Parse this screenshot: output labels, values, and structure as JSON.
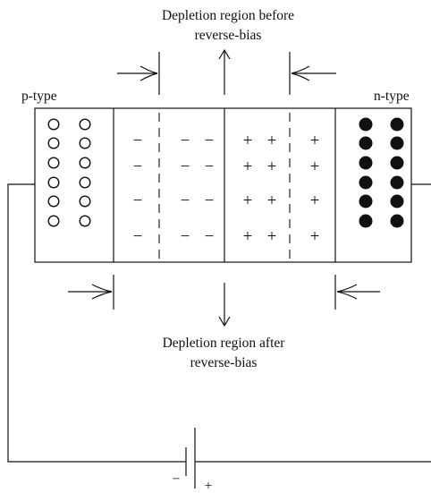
{
  "labels": {
    "title_before_line1": "Depletion region before",
    "title_before_line2": "reverse-bias",
    "title_after_line1": "Depletion region after",
    "title_after_line2": "reverse-bias",
    "p_type": "p-type",
    "n_type": "n-type",
    "battery_minus": "−",
    "battery_plus": "+"
  },
  "symbols": {
    "negative_ion": "−",
    "positive_ion": "+"
  },
  "regions": {
    "p_holes": {
      "rows": 6,
      "cols": 2,
      "symbol": "open-circle"
    },
    "n_electrons": {
      "rows": 6,
      "cols": 2,
      "symbol": "filled-circle"
    },
    "negative_ions": {
      "rows": 4,
      "per_row": 3
    },
    "positive_ions": {
      "rows": 4,
      "per_row": 3
    }
  },
  "colors": {
    "ink": "#111111",
    "background": "#ffffff"
  }
}
